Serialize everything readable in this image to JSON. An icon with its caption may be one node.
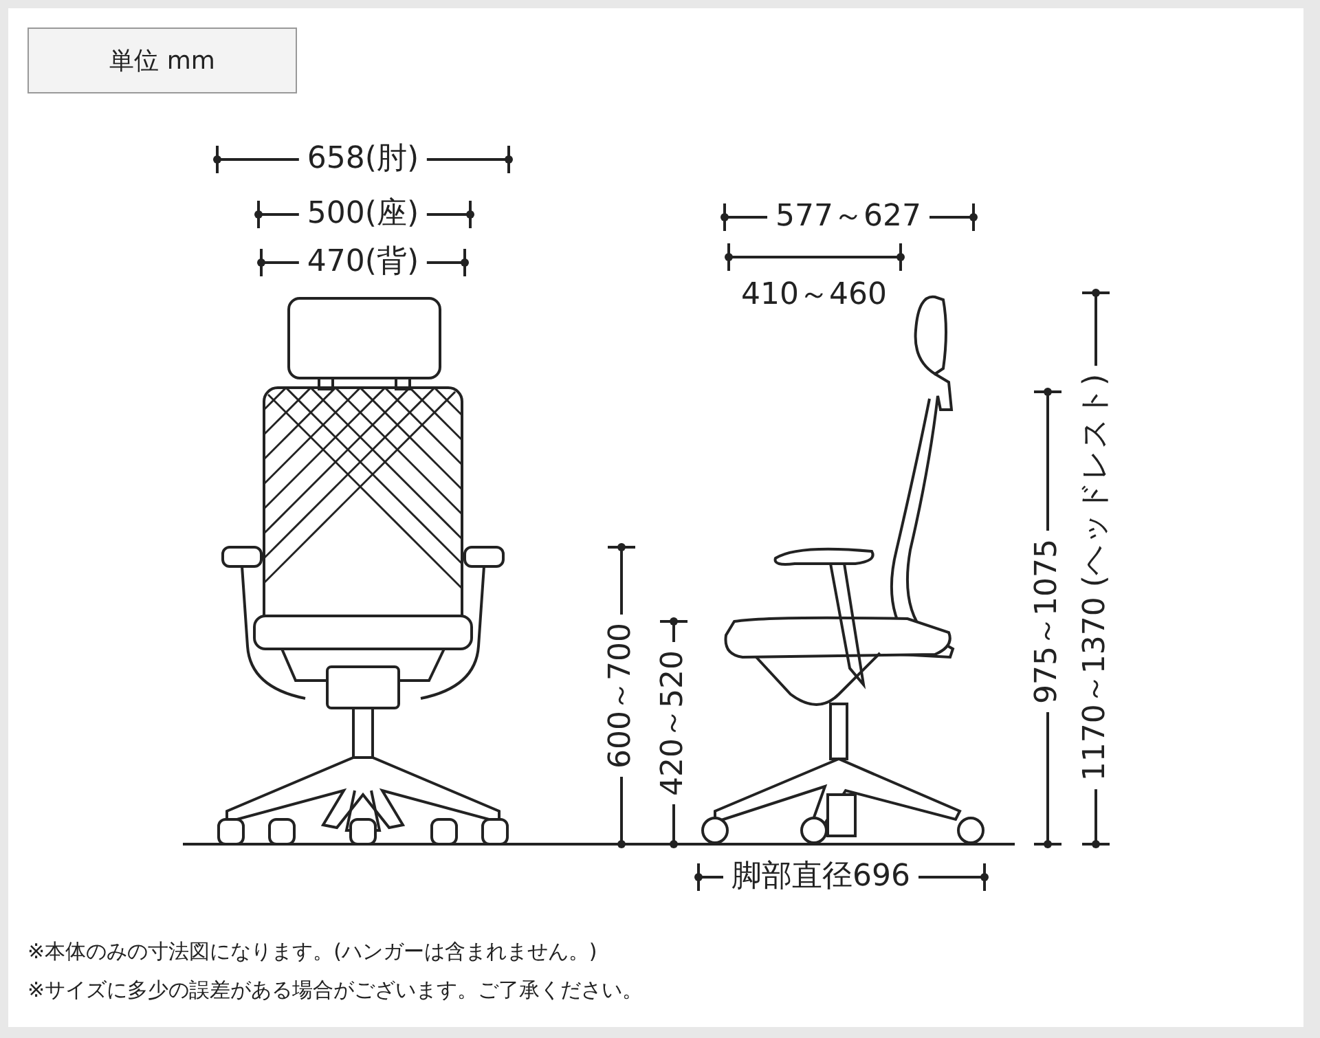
{
  "diagram": {
    "labels": [
      "単位 mm",
      "658(肘)",
      "500(座)",
      "470(背)",
      "577～627",
      "410～460",
      "1170～1370 (ヘッドレスト)",
      "975～1075",
      "600～700",
      "420～520",
      "脚部直径696",
      "※本体のみの寸法図になります。(ハンガーは含まれません。)",
      "※サイズに多少の誤差がある場合がございます。ご了承ください。"
    ]
  }
}
